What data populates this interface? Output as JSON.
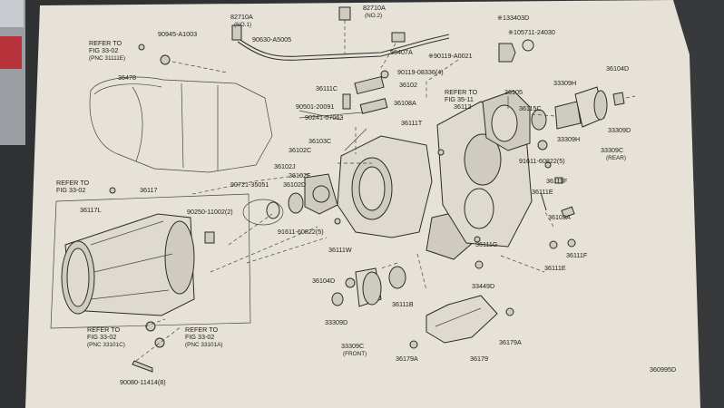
{
  "labels": {
    "l82710A_1": "82710A",
    "l82710A_1n": "(NO.1)",
    "l82710A_2": "82710A",
    "l82710A_2n": "(NO.2)",
    "l133403D": "※133403D",
    "l105711": "※105711-24030",
    "l90945": "90945-A1003",
    "l90630": "90630-A5005",
    "l36407A": "36407A",
    "l90119a": "※90119-A0021",
    "ref1a": "REFER TO",
    "ref1b": "FIG 33-02",
    "ref1c": "(PNC 31111E)",
    "l36478": "36478",
    "l36111C": "36111C",
    "l90119b": "90119-08336(4)",
    "l36102": "36102",
    "ref2a": "REFER TO",
    "ref2b": "FIG 35-11",
    "l36105": "36105",
    "l33309H": "33309H",
    "l36104D_t": "36104D",
    "l90501": "90501-20091",
    "l90241": "90241-07063",
    "l36108A": "36108A",
    "l36112": "36112",
    "l36115C": "36115C",
    "l33309H_b": "33309H",
    "l36111T": "36111T",
    "l33309D": "33309D",
    "l36103C": "36103C",
    "l36102C": "36102C",
    "l33309C": "33309C",
    "l33309C_n": "(REAR)",
    "l36102J": "36102J",
    "l91611": "91611-60822(5)",
    "l36102F": "36102F",
    "ref3a": "REFER TO",
    "ref3b": "FIG 33-02",
    "l36117": "36117",
    "l90721": "90721-35051",
    "l36102D": "36102D",
    "l36111F_a": "36111F",
    "l36111E_a": "36111E",
    "l36117L": "36117L",
    "l90250": "90250-11002(2)",
    "l36103A": "36103A",
    "l91611b": "91611-60822(5)",
    "l36111W": "36111W",
    "l36111G": "36111G",
    "l36111F_b": "36111F",
    "l36111E_b": "36111E",
    "l36104D": "36104D",
    "l33449D": "33449D",
    "l33309D_b": "33309D",
    "l36111B": "36111B",
    "l33309C_b": "33309C",
    "l33309C_bn": "(FRONT)",
    "ref4a": "REFER TO",
    "ref4b": "FIG 33-02",
    "ref4c": "(PNC 33101C)",
    "ref5a": "REFER TO",
    "ref5b": "FIG 33-02",
    "ref5c": "(PNC 33101A)",
    "l36179A_a": "36179A",
    "l36179A_b": "36179A",
    "l36179": "36179",
    "l90080": "90080-11414(8)",
    "l360995D": "360995D"
  }
}
